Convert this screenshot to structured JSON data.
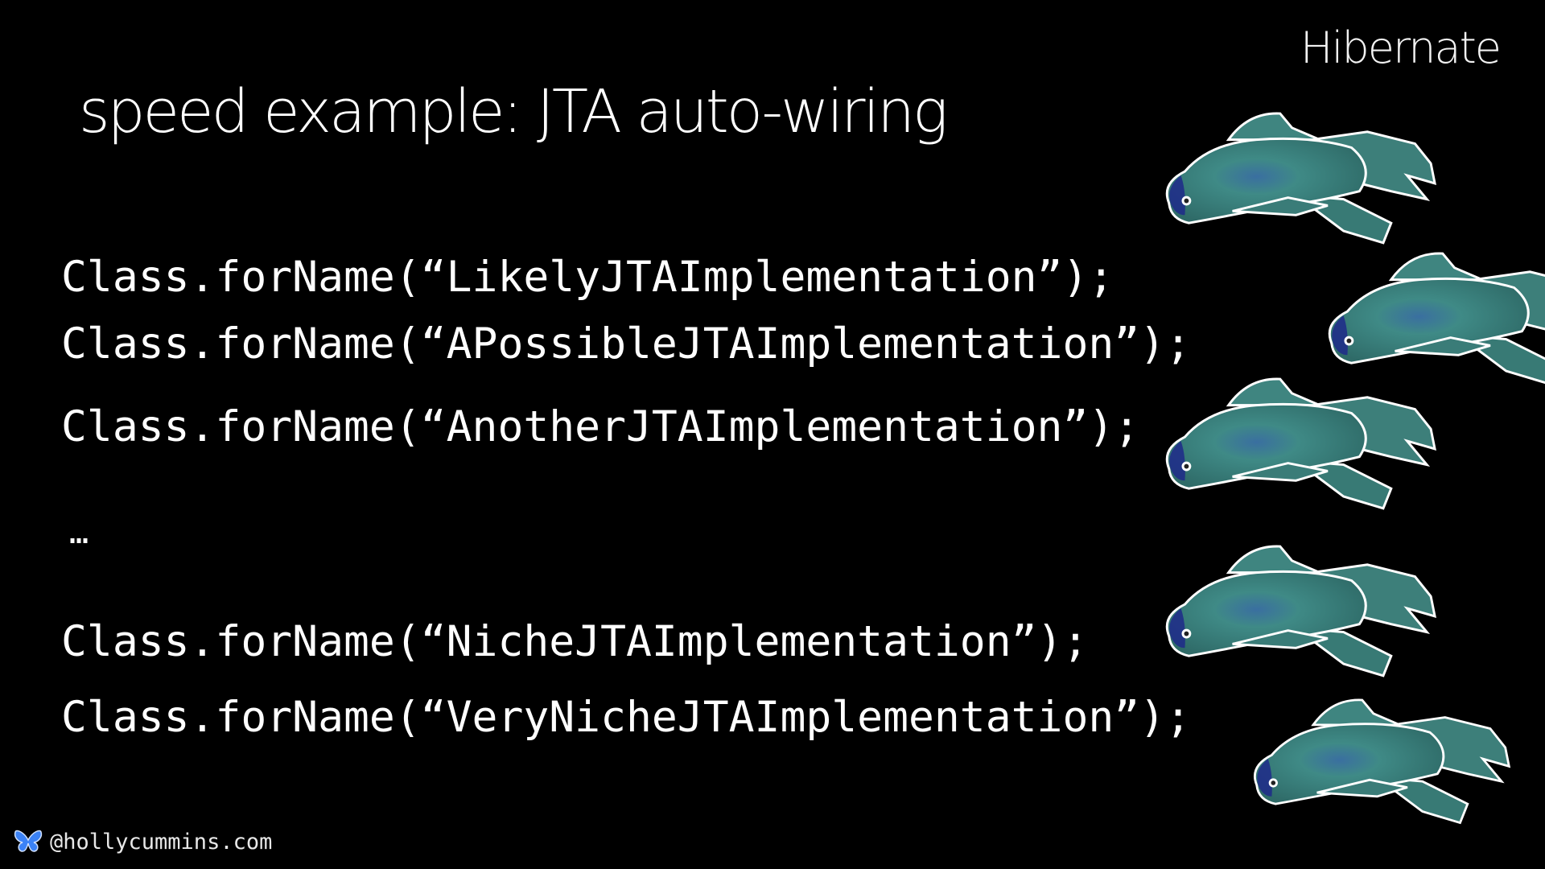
{
  "header": {
    "brand": "Hibernate",
    "title": "speed example: JTA auto-wiring"
  },
  "code_lines": [
    "Class.forName(“LikelyJTAImplementation”);",
    "Class.forName(“APossibleJTAImplementation”);",
    "Class.forName(“AnotherJTAImplementation”);",
    "…",
    "Class.forName(“NicheJTAImplementation”);",
    "Class.forName(“VeryNicheJTAImplementation”);"
  ],
  "footer": {
    "handle": "@hollycummins.com",
    "icon": "butterfly-icon"
  },
  "colors": {
    "fish": "#3d8a84",
    "fish_head": "#1f2a8a",
    "butterfly": "#3b82f6"
  }
}
